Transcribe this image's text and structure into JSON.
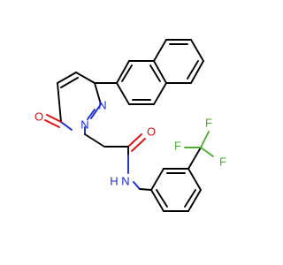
{
  "atoms": {
    "o_ketone": "O",
    "o_amide": "O",
    "n_ring_1": "N",
    "n_ring_2": "N",
    "n_amide": "N",
    "h_amide": "H",
    "f_1": "F",
    "f_2": "F",
    "f_3": "F"
  },
  "colors": {
    "bond": "#000000",
    "oxygen": "#e01010",
    "nitrogen": "#1a2bd6",
    "fluorine": "#4cae2f"
  }
}
